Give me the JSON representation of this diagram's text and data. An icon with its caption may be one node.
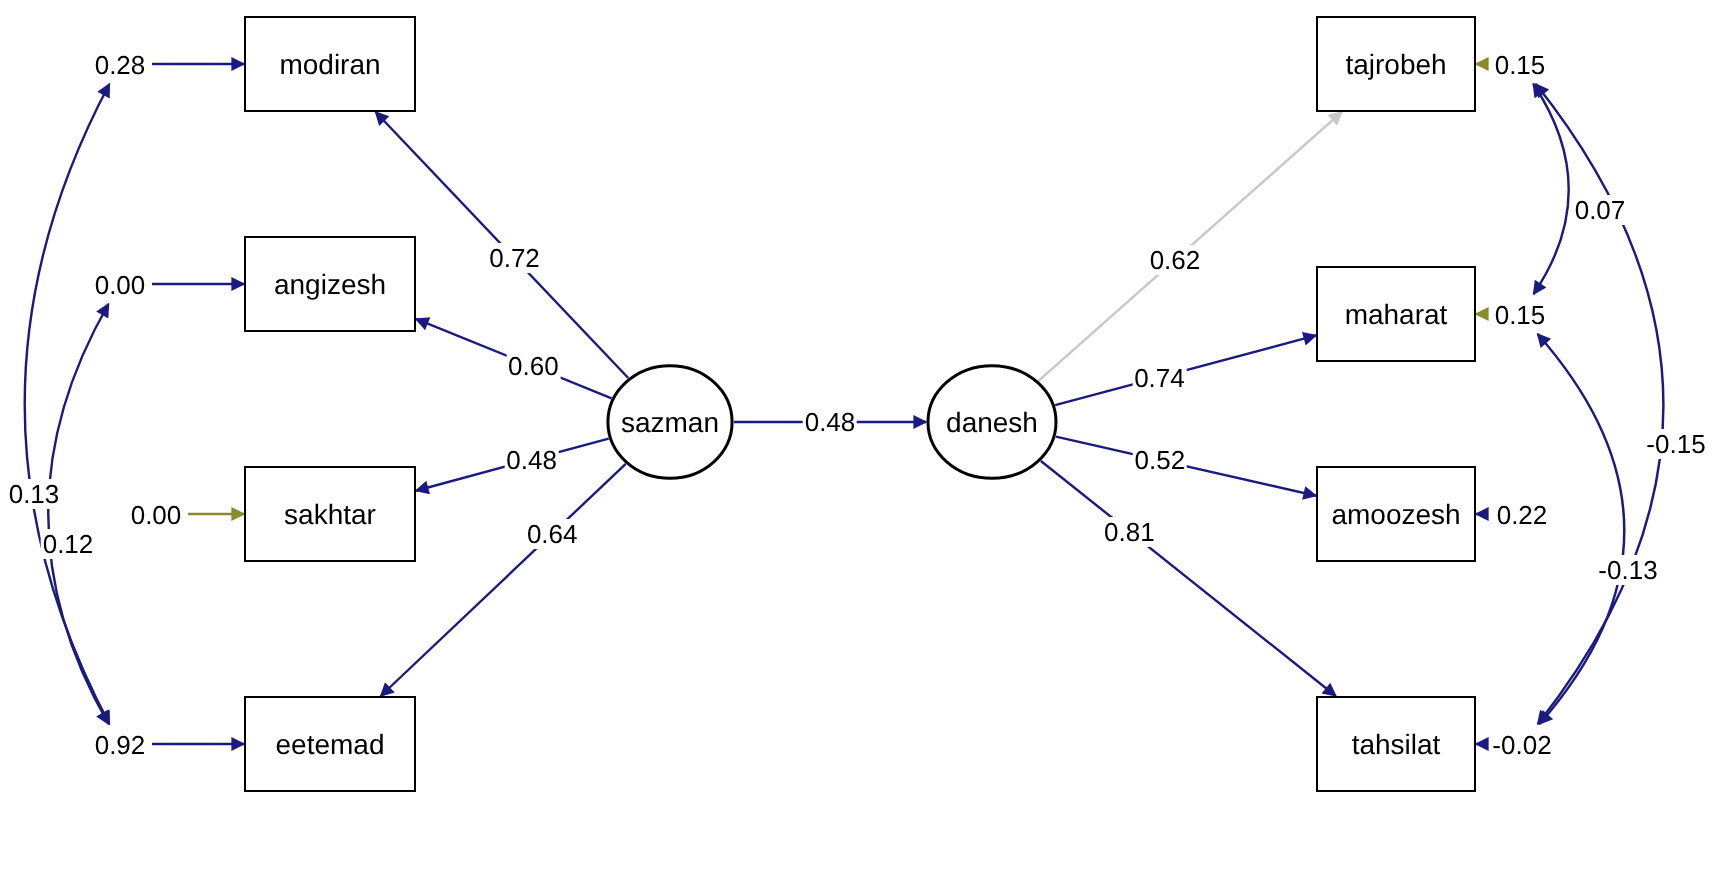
{
  "diagram": {
    "nodes": [
      {
        "text": [
          "0.28"
        ]
      },
      {
        "text": [
          "modiran"
        ]
      },
      {
        "text": [
          "0.00"
        ]
      },
      {
        "text": [
          "angizesh"
        ]
      },
      {
        "text": [
          "0.00"
        ]
      },
      {
        "text": [
          "sakhtar"
        ]
      },
      {
        "text": [
          "0.92"
        ]
      },
      {
        "text": [
          "eetemad"
        ]
      },
      {
        "text": [
          "sazman"
        ]
      },
      {
        "text": [
          "danesh"
        ]
      },
      {
        "text": [
          "tajrobeh"
        ]
      },
      {
        "text": [
          "0.15"
        ]
      },
      {
        "text": [
          "maharat"
        ]
      },
      {
        "text": [
          "0.15"
        ]
      },
      {
        "text": [
          "amoozesh"
        ]
      },
      {
        "text": [
          "0.22"
        ]
      },
      {
        "text": [
          "tahsilat"
        ]
      },
      {
        "text": [
          "-0.02"
        ]
      }
    ],
    "edges": [
      {
        "from": 0,
        "to": 1,
        "arrow": "to"
      },
      {
        "from": 2,
        "to": 3,
        "arrow": "to"
      },
      {
        "from": 4,
        "to": 5,
        "arrow": "to",
        "color": "#8a8a2a"
      },
      {
        "from": 6,
        "to": 7,
        "arrow": "to"
      },
      {
        "from": 8,
        "to": 1,
        "arrow": "to",
        "label": "0.72"
      },
      {
        "from": 8,
        "to": 3,
        "arrow": "to",
        "label": "0.60"
      },
      {
        "from": 8,
        "to": 5,
        "arrow": "to",
        "label": "0.48"
      },
      {
        "from": 8,
        "to": 7,
        "arrow": "to",
        "label": "0.64"
      },
      {
        "from": 8,
        "to": 9,
        "arrow": "to",
        "label": "0.48"
      },
      {
        "from": 9,
        "to": 10,
        "arrow": "to",
        "label": "0.62",
        "color": "#c8c8c8"
      },
      {
        "from": 9,
        "to": 12,
        "arrow": "to",
        "label": "0.74"
      },
      {
        "from": 9,
        "to": 14,
        "arrow": "to",
        "label": "0.52"
      },
      {
        "from": 9,
        "to": 16,
        "arrow": "to",
        "label": "0.81"
      },
      {
        "from": 11,
        "to": 10,
        "arrow": "to",
        "color": "#8a8a2a"
      },
      {
        "from": 13,
        "to": 12,
        "arrow": "to",
        "color": "#8a8a2a"
      },
      {
        "from": 15,
        "to": 14,
        "arrow": "to"
      },
      {
        "from": 17,
        "to": 16,
        "arrow": "to"
      },
      {
        "from": 0,
        "to": 6,
        "arrow": "both",
        "label": "0.13"
      },
      {
        "from": 2,
        "to": 6,
        "arrow": "both",
        "label": "0.12"
      },
      {
        "from": 11,
        "to": 13,
        "arrow": "both",
        "label": "0.07"
      },
      {
        "from": 11,
        "to": 17,
        "arrow": "both",
        "label": "-0.15"
      },
      {
        "from": 13,
        "to": 17,
        "arrow": "both",
        "label": "-0.13"
      }
    ]
  }
}
